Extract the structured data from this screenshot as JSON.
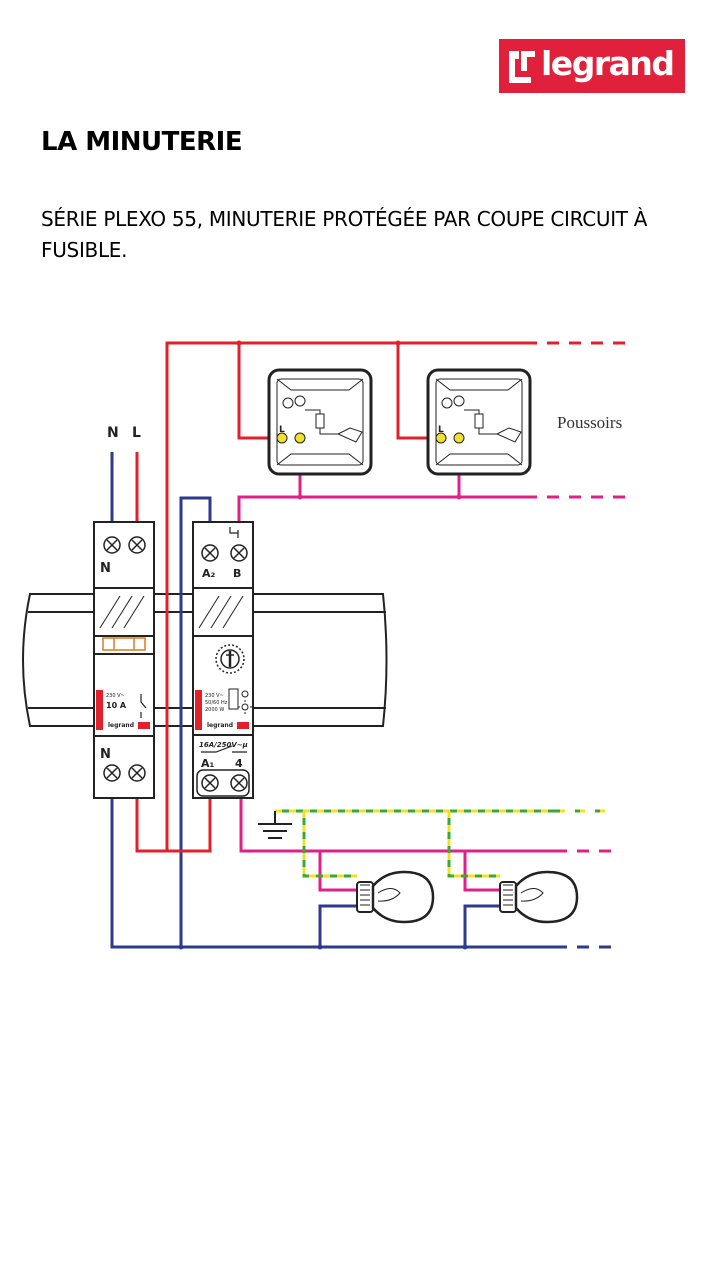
{
  "brand": {
    "logo_text": "legrand",
    "color": "#e1203b"
  },
  "title": "LA MINUTERIE",
  "subtitle": "SÉRIE PLEXO 55, MINUTERIE PROTÉGÉE PAR COUPE CIRCUIT À FUSIBLE.",
  "diagram": {
    "supply": {
      "neutral": "N",
      "line": "L"
    },
    "fuse_module": {
      "top_terminal": "N",
      "bottom_terminal": "N",
      "rating_small": "230 V~",
      "rating": "10 A",
      "brand": "legrand"
    },
    "timer_module": {
      "terminal_a2": "A₂",
      "terminal_b": "B",
      "spec_line1": "230 V~",
      "spec_line2": "50/60 Hz",
      "spec_line3": "2000 W",
      "brand": "legrand",
      "contact_rating": "16A/250V~μ",
      "terminal_a1": "A₁",
      "terminal_4": "4"
    },
    "pushbutton_terminal": "L",
    "pushbuttons_label": "Poussoirs",
    "colors": {
      "line": "#e0202a",
      "neutral": "#2e3a8c",
      "control": "#e0208a",
      "earth_green": "#3aa935",
      "earth_yellow": "#f5e020",
      "outline": "#222222"
    }
  }
}
